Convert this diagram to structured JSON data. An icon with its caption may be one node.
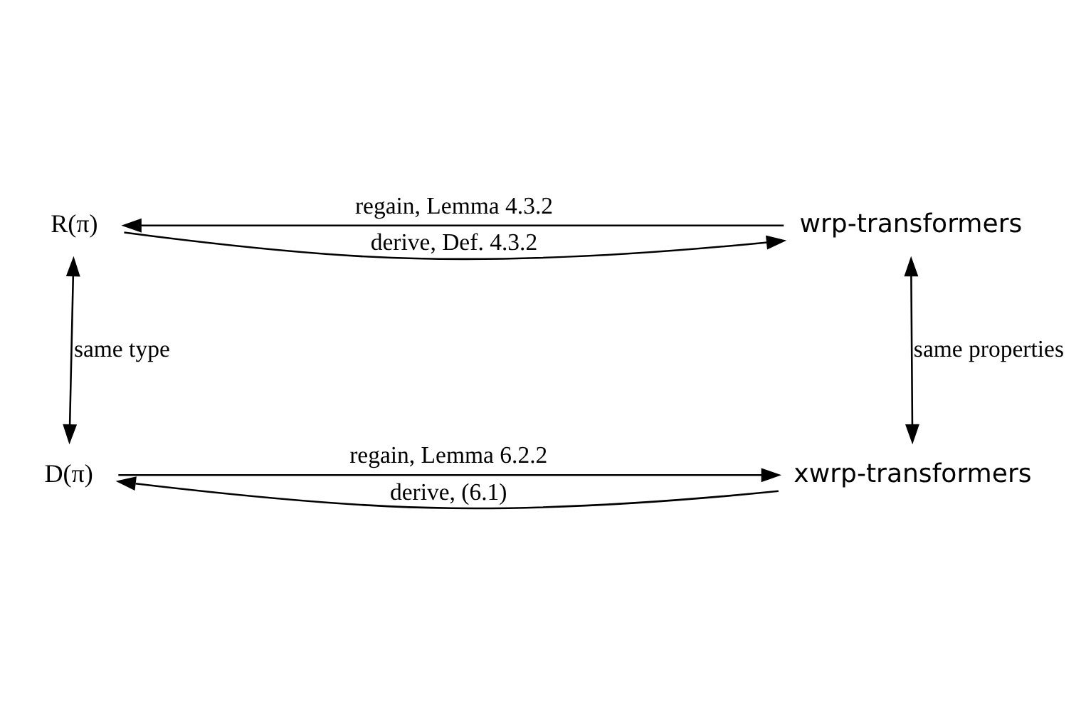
{
  "diagram": {
    "nodes": [
      {
        "text": [
          "R(π)"
        ]
      },
      {
        "text": [
          "wrp-transformers"
        ]
      },
      {
        "text": [
          "D(π)"
        ]
      },
      {
        "text": [
          "xwrp-transformers"
        ]
      }
    ],
    "edges": [
      {
        "from": 0,
        "to": 1,
        "arrow": "to",
        "label": "derive, Def. 4.3.2"
      },
      {
        "from": 1,
        "to": 0,
        "arrow": "to",
        "label": "regain, Lemma 4.3.2"
      },
      {
        "from": 0,
        "to": 2,
        "arrow": "both",
        "label": "same type"
      },
      {
        "from": 1,
        "to": 3,
        "arrow": "both",
        "label": "same properties"
      },
      {
        "from": 2,
        "to": 3,
        "arrow": "to",
        "label": "regain, Lemma 6.2.2"
      },
      {
        "from": 3,
        "to": 2,
        "arrow": "to",
        "label": "derive, (6.1)"
      }
    ]
  }
}
